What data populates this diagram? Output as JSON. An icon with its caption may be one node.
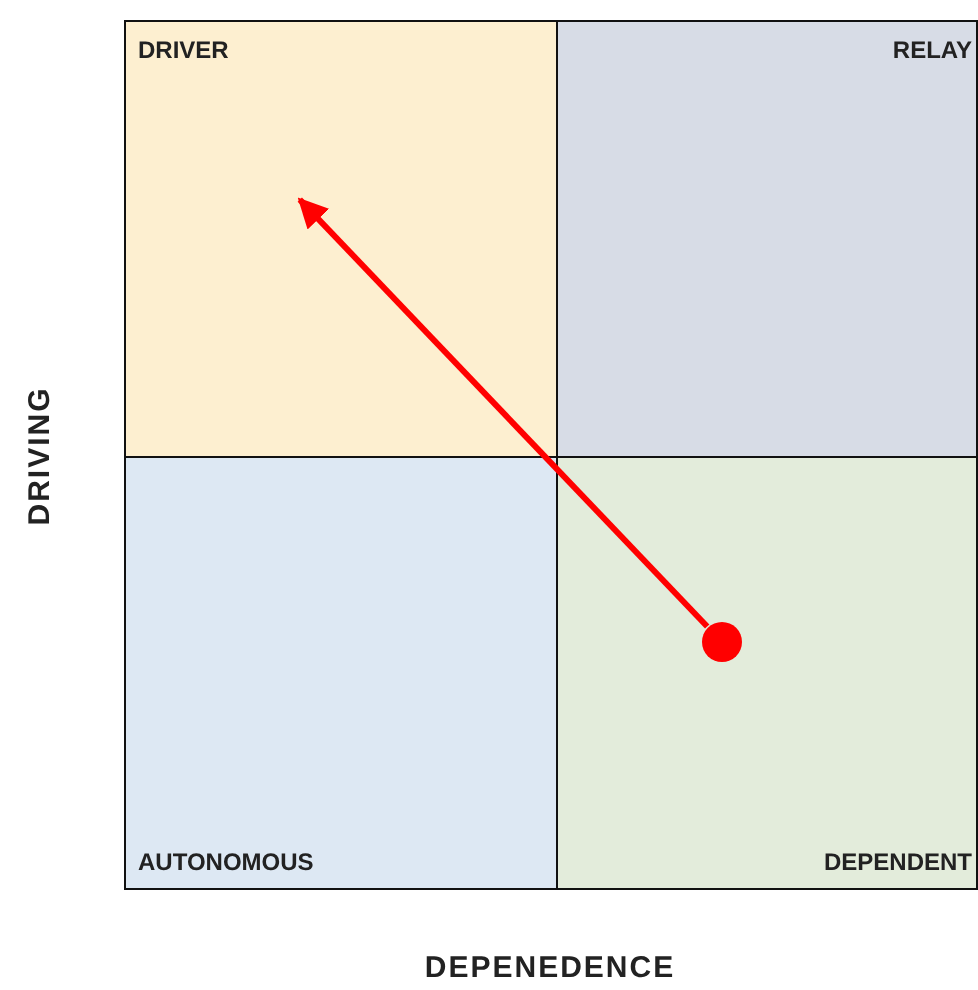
{
  "diagram": {
    "nodes": [
      {
        "text": [
          "DRIVER"
        ]
      },
      {
        "text": [
          "RELAY"
        ]
      },
      {
        "text": [
          "AUTONOMOUS"
        ]
      },
      {
        "text": [
          "DEPENDENT"
        ]
      },
      {
        "text": [],
        "shape": "circle",
        "in": 3
      }
    ],
    "edges": [
      {
        "from": 4,
        "to": 0,
        "arrow": "to",
        "color": "#ff0000"
      }
    ],
    "labels": [
      "DRIVING",
      "DEPENEDENCE"
    ]
  }
}
